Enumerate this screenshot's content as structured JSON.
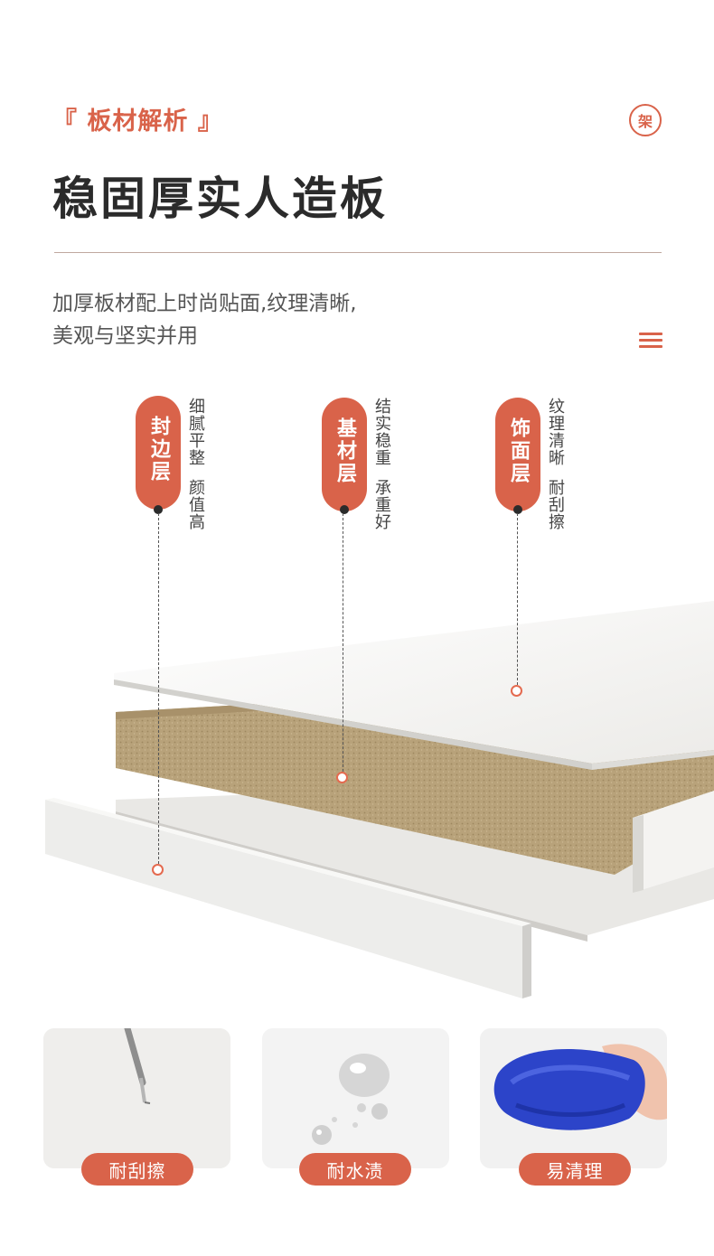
{
  "header": {
    "section_tag": "『 板材解析 』",
    "badge": "架",
    "title": "稳固厚实人造板",
    "description_lines": [
      "加厚板材配上时尚贴面,纹理清晰,",
      "美观与坚实并用"
    ]
  },
  "layers": [
    {
      "name": "封边层",
      "notes": [
        "细腻平整",
        "颜值高"
      ]
    },
    {
      "name": "基材层",
      "notes": [
        "结实稳重",
        "承重好"
      ]
    },
    {
      "name": "饰面层",
      "notes": [
        "纹理清晰",
        "耐刮擦"
      ]
    }
  ],
  "features": [
    {
      "label": "耐刮擦",
      "icon": "screwdriver-icon"
    },
    {
      "label": "耐水渍",
      "icon": "water-droplet-icon"
    },
    {
      "label": "易清理",
      "icon": "cleaning-cloth-icon"
    }
  ],
  "colors": {
    "accent": "#d9634a",
    "board_core": "#b59f76",
    "board_surface": "#f5f5f3"
  }
}
